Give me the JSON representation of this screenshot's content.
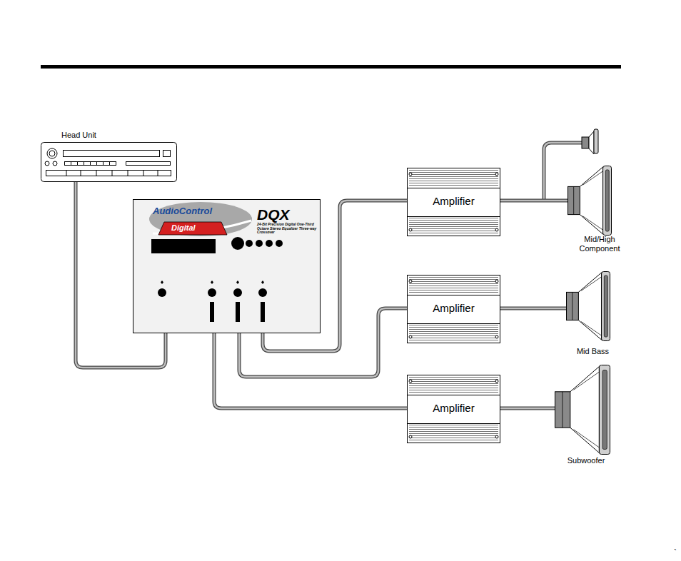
{
  "diagram": {
    "nodes": [
      {
        "text": [
          "Head Unit"
        ]
      },
      {
        "text": [
          "AudioControl",
          "Digital",
          "DQX",
          "24-Bit Precision Digital One-Third Octave Stereo Equalizer Three-way Crossover"
        ]
      },
      {
        "text": [
          "Amplifier"
        ]
      },
      {
        "text": [
          "Mid/High Component"
        ]
      },
      {
        "text": [
          "Amplifier"
        ]
      },
      {
        "text": [
          "Mid Bass"
        ]
      },
      {
        "text": [
          "Amplifier"
        ]
      },
      {
        "text": [
          "Subwoofer"
        ]
      }
    ],
    "edges": [
      {
        "from": 0,
        "to": 1,
        "arrow": "none"
      },
      {
        "from": 1,
        "to": 2,
        "arrow": "none"
      },
      {
        "from": 1,
        "to": 4,
        "arrow": "none"
      },
      {
        "from": 1,
        "to": 6,
        "arrow": "none"
      },
      {
        "from": 2,
        "to": 3,
        "arrow": "none"
      },
      {
        "from": 4,
        "to": 5,
        "arrow": "none"
      },
      {
        "from": 6,
        "to": 7,
        "arrow": "none"
      }
    ],
    "labels": [
      "`"
    ]
  }
}
